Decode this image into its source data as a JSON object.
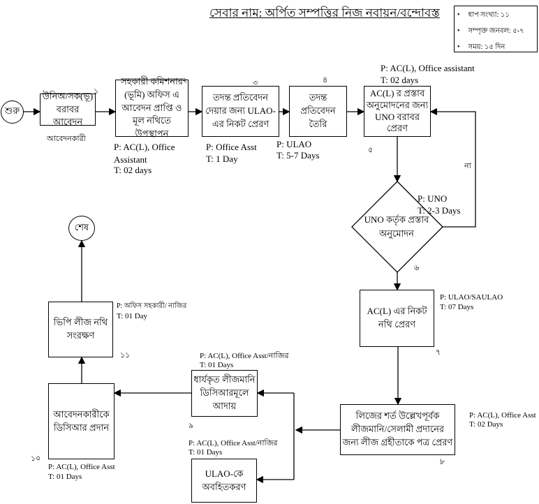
{
  "title": "সেবার নাম: অর্পিত সম্পত্তির নিজ নবায়ন/বন্দোবস্ত",
  "info": [
    "ধাপ সংখ্যা: ১১",
    "সম্পৃক্ত জনবল: ৫-৭",
    "সময়: ১৫ দিন"
  ],
  "start": "শুরু",
  "end": "শেষ",
  "steps": {
    "s1": {
      "text": "উনিঅ/সক(ভূ) বরাবর আবেদন",
      "num": "১",
      "p": "আবেদনকারী"
    },
    "s2": {
      "text": "সহকারী কমিশনার (ভূমি) অফিস এ আবেদন প্রাপ্তি ও মূল নথিতে উপস্থাপন",
      "num": "২",
      "p": "P: AC(L), Office Assistant",
      "t": "T: 02 days"
    },
    "s3": {
      "text": "তদন্ত প্রতিবেদন দেয়ার জন্য ULAO-এর নিকট প্রেরণ",
      "num": "৩",
      "p": "P: Office Asst",
      "t": "T: 1 Day"
    },
    "s4": {
      "text": "তদন্ত প্রতিবেদন তৈরি",
      "num": "৪",
      "p": "P: ULAO",
      "t": "T: 5-7 Days"
    },
    "s5": {
      "text": "AC(L) র প্রস্তাব অনুমোদনের জন্য UNO বরাবর প্রেরণ",
      "num": "৫",
      "p": "P: AC(L), Office assistant",
      "t": "T: 02 days"
    },
    "s6": {
      "text": "UNO কর্তৃক প্রস্তাব অনুমোদন",
      "num": "৬",
      "p": "P: UNO",
      "t": "T: 2-3 Days",
      "no_label": "না"
    },
    "s7": {
      "text": "AC(L) এর নিকট নথি প্রেরণ",
      "num": "৭",
      "p": "P: ULAO/SAULAO",
      "t": "T: 07 Days"
    },
    "s8": {
      "text": "লিজের শর্ত উল্লেখপূর্বক লীজমানি/সেলামী প্রদানের জন্য লীজ গ্রহীতাকে পত্র প্রেরণ",
      "num": "৮",
      "p": "P: AC(L), Office Asst",
      "t": "T: 02 Days"
    },
    "s9": {
      "text": "ধার্যকৃত লীজমানি ডিসিআরমূলে আদায়",
      "num": "৯",
      "p": "P: AC(L), Office Asst/নাজির",
      "t": "T: 01 Days"
    },
    "s9b": {
      "text": "ULAO-কে অবহিতকরণ",
      "p": "P: AC(L), Office Asst/নাজির",
      "t": "T: 01 Days"
    },
    "s10": {
      "text": "আবেদনকারীকে ডিসিআর প্রদান",
      "num": "১০",
      "p": "P:  AC(L), Office Asst",
      "t": "T:  01 Days"
    },
    "s11": {
      "text": "ভিপি লীজ নথি সংরক্ষণ",
      "num": "১১",
      "p": "P: অফিস সহকারী/ নাজির",
      "t": "T: 01 Day"
    }
  }
}
